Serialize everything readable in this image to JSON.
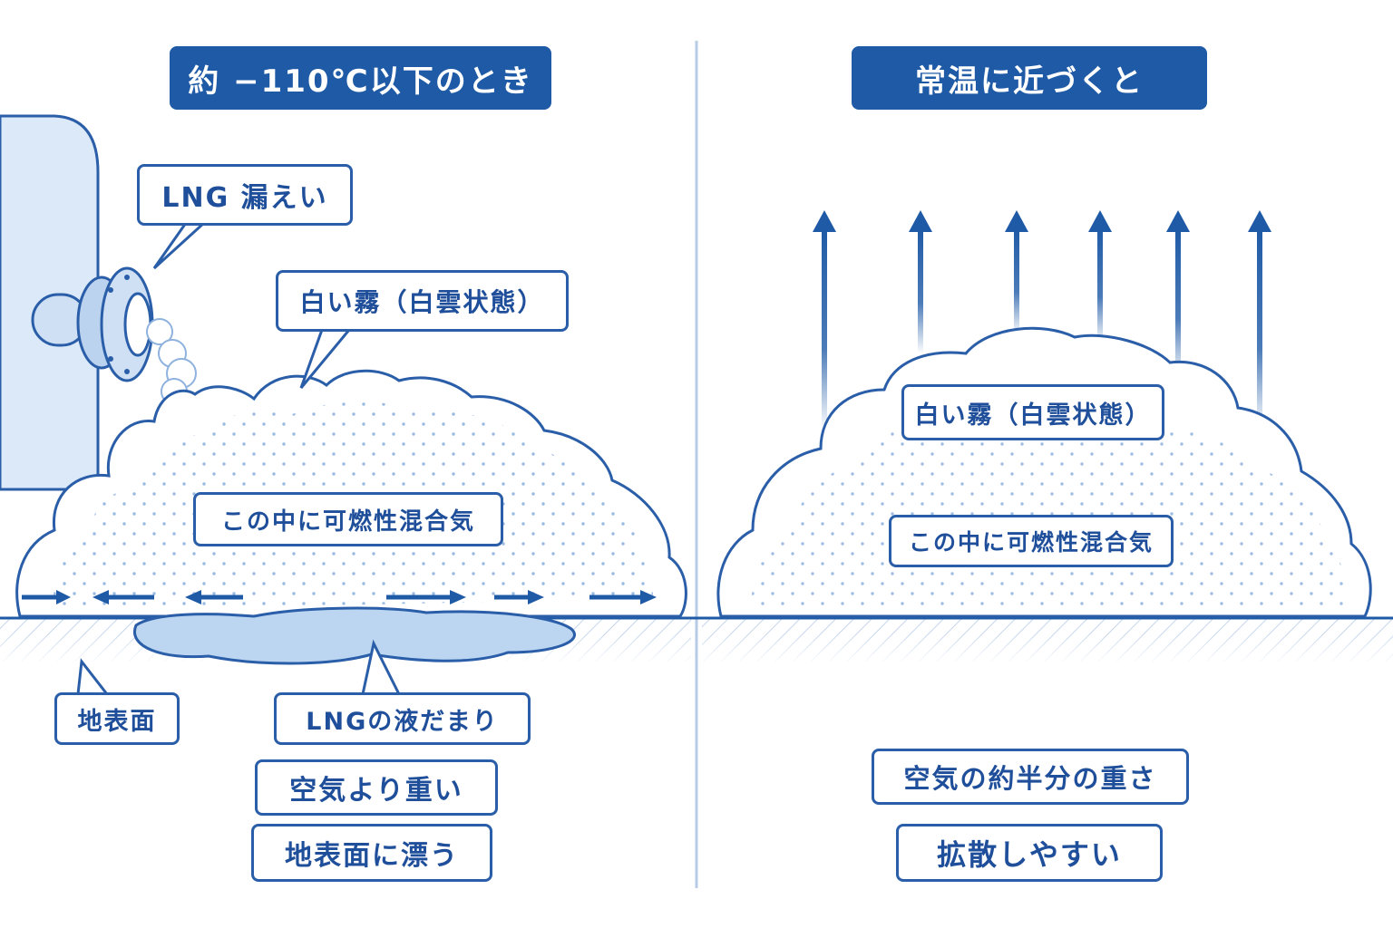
{
  "left_panel": {
    "title": "約 −110℃以下のとき",
    "leak_label": "LNG 漏えい",
    "fog_label": "白い霧（白雲状態）",
    "mixture_label": "この中に可燃性混合気",
    "ground_label": "地表面",
    "pool_label": "LNGの液だまり",
    "property_1": "空気より重い",
    "property_2": "地表面に漂う"
  },
  "right_panel": {
    "title": "常温に近づくと",
    "fog_label": "白い霧（白雲状態）",
    "mixture_label": "この中に可燃性混合気",
    "property_1": "空気の約半分の重さ",
    "property_2": "拡散しやすい"
  },
  "colors": {
    "primary": "#1f5aa6",
    "outline": "#2a5ea8",
    "pool": "#bcd6f2",
    "tank": "#dce9f8"
  },
  "icons": [
    "upward-arrow-icon",
    "spread-arrow-icon",
    "flange-valve-icon",
    "tank-icon"
  ]
}
